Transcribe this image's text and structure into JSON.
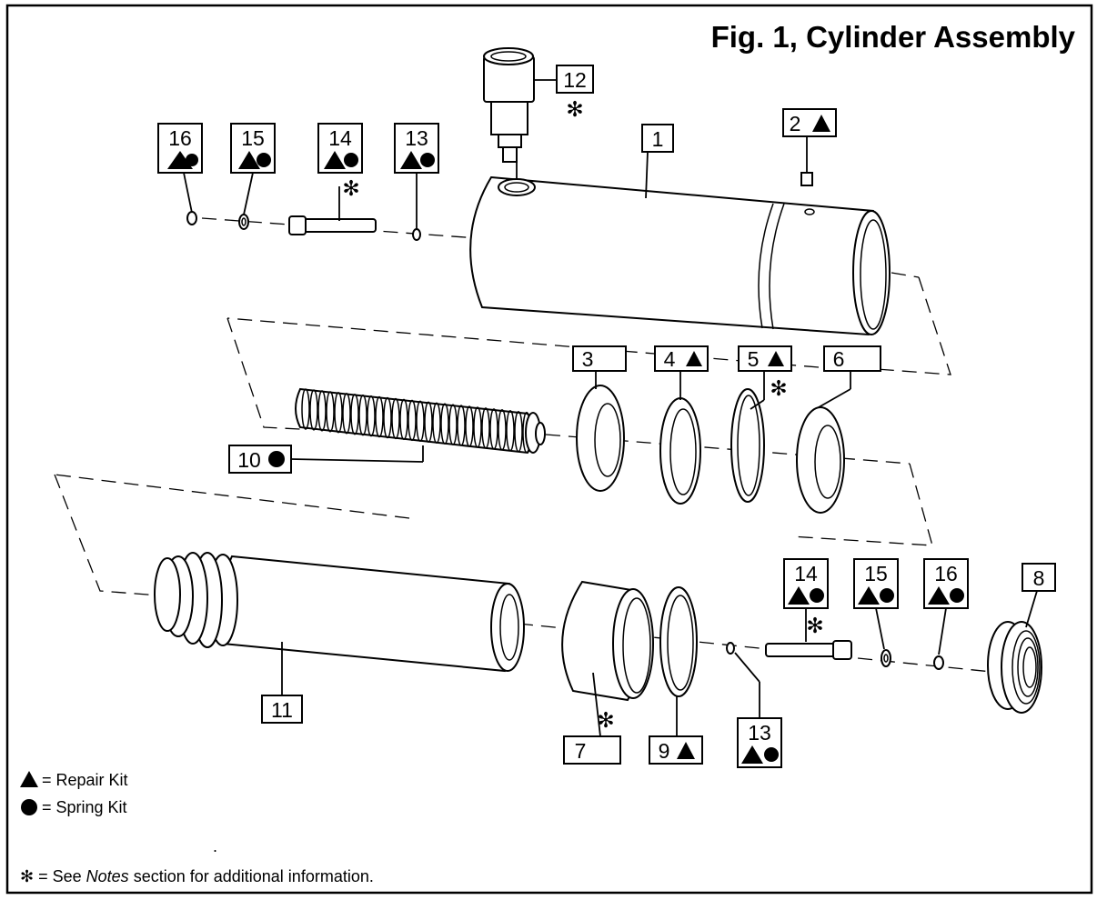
{
  "title": "Fig. 1, Cylinder Assembly",
  "callouts": {
    "c1": "1",
    "c2": "2",
    "c3": "3",
    "c4": "4",
    "c5": "5",
    "c6": "6",
    "c7": "7",
    "c8": "8",
    "c9": "9",
    "c10": "10",
    "c11": "11",
    "c12": "12",
    "c13a": "13",
    "c14a": "14",
    "c15a": "15",
    "c16a": "16",
    "c13b": "13",
    "c14b": "14",
    "c15b": "15",
    "c16b": "16"
  },
  "symbols": {
    "triangle": "▲",
    "circle": "●",
    "asterisk": "✻"
  },
  "legend": {
    "repair_symbol": "▲",
    "repair": "= Repair Kit",
    "spring_symbol": "●",
    "spring": "= Spring Kit",
    "dot": ".",
    "notes_symbol": "✻",
    "notes_pre": "= See ",
    "notes_em": "Notes",
    "notes_post": " section for additional information."
  }
}
